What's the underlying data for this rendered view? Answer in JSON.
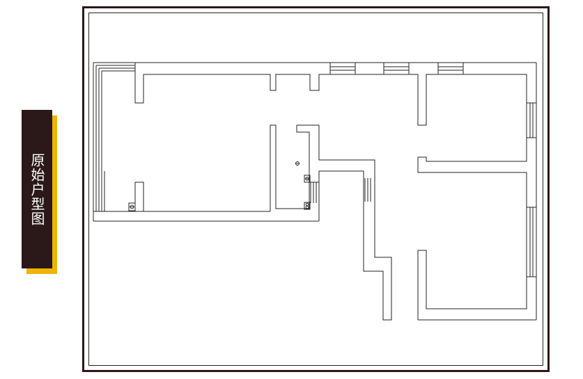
{
  "sidebar": {
    "title": "原始户型图"
  },
  "colors": {
    "label_bg": "#2b1818",
    "label_accent": "#f0b400",
    "frame": "#2b1818",
    "line": "#222222"
  },
  "floorplan": {
    "style": "original floor plan line drawing",
    "symbols": [
      "outlet-symbol",
      "outlet-symbol",
      "outlet-symbol",
      "outlet-symbol"
    ]
  }
}
